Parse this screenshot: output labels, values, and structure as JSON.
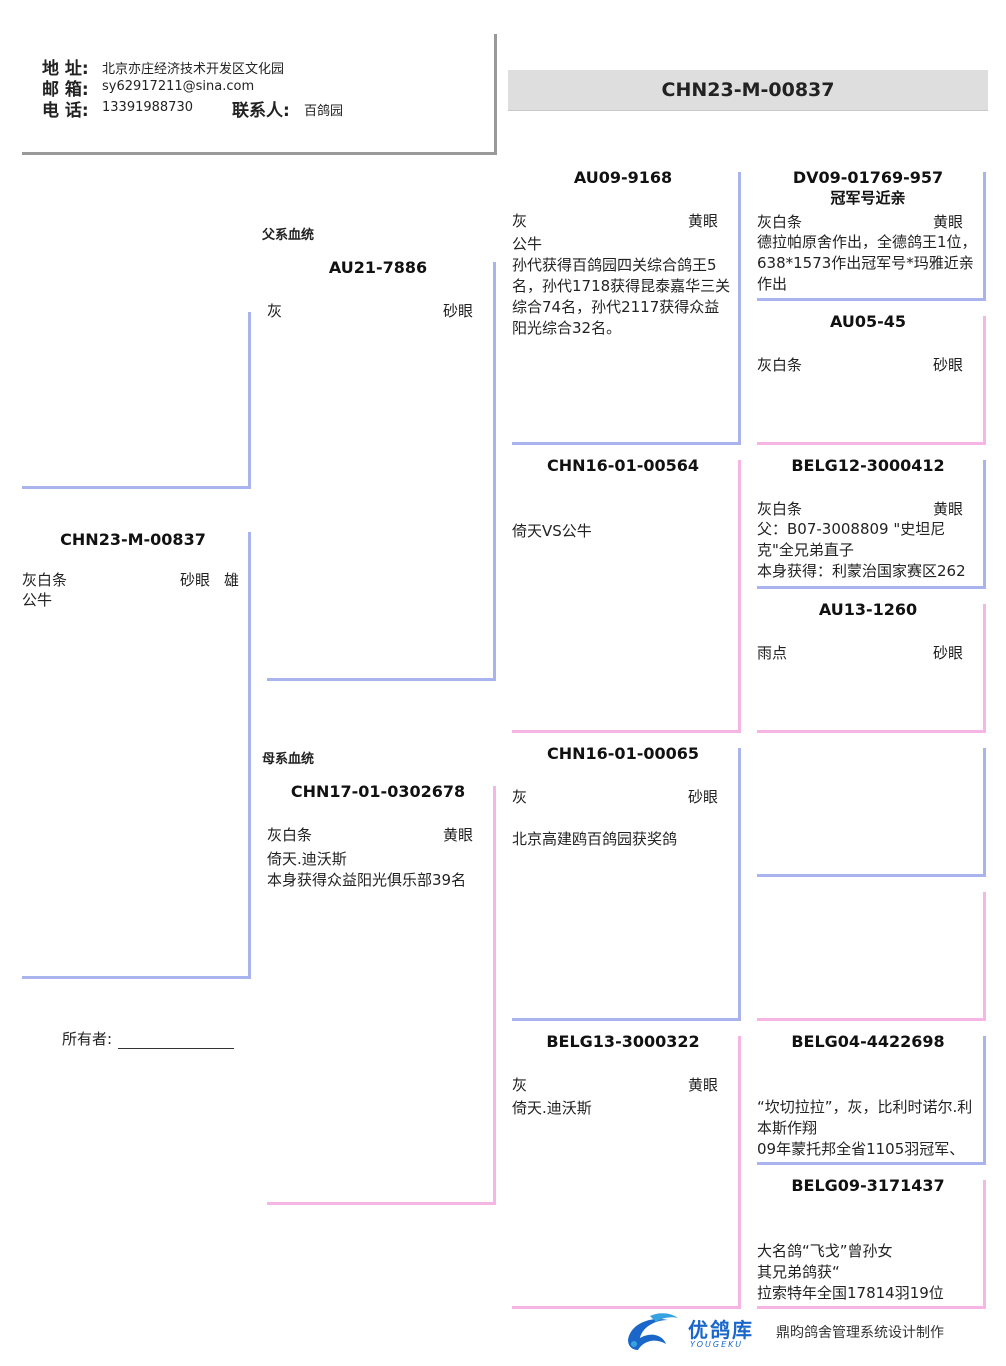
{
  "contact": {
    "address_label": "地 址:",
    "address": "北京亦庄经济技术开发区文化园",
    "email_label": "邮 箱:",
    "email": "sy62917211@sina.com",
    "phone_label": "电 话:",
    "phone": "13391988730",
    "contact_label": "联系人:",
    "contact_name": "百鸽园"
  },
  "title": "CHN23-M-00837",
  "subject": {
    "ring": "CHN23-M-00837",
    "color": "灰白条",
    "eye": "砂眼",
    "sex": "雄",
    "note": "公牛"
  },
  "owner_label": "所有者:",
  "sire_section_label": "父系血统",
  "dam_section_label": "母系血统",
  "sire": {
    "ring": "AU21-7886",
    "color": "灰",
    "eye": "砂眼"
  },
  "dam": {
    "ring": "CHN17-01-0302678",
    "color": "灰白条",
    "eye": "黄眼",
    "note1": "倚天.迪沃斯",
    "note2": "本身获得众益阳光俱乐部39名"
  },
  "ss": {
    "ring": "AU09-9168",
    "color": "灰",
    "eye": "黄眼",
    "note1": "公牛",
    "note2": "孙代获得百鸽园四关综合鸽王5名，孙代1718获得昆泰嘉华三关综合74名，孙代2117获得众益阳光综合32名。"
  },
  "sd": {
    "ring": "CHN16-01-00564",
    "note": "倚天VS公牛"
  },
  "ds": {
    "ring": "CHN16-01-00065",
    "color": "灰",
    "eye": "砂眼",
    "note": "北京高建鸥百鸽园获奖鸽"
  },
  "dd": {
    "ring": "BELG13-3000322",
    "color": "灰",
    "eye": "黄眼",
    "note": "倚天.迪沃斯"
  },
  "sss": {
    "ring": "DV09-01769-957",
    "subtitle": "冠军号近亲",
    "color": "灰白条",
    "eye": "黄眼",
    "note": "德拉帕原舍作出，全德鸽王1位，638*1573作出冠军号*玛雅近亲作出"
  },
  "ssd": {
    "ring": "AU05-45",
    "color": "灰白条",
    "eye": "砂眼"
  },
  "sds": {
    "ring": "BELG12-3000412",
    "color": "灰白条",
    "eye": "黄眼",
    "note1": "父：B07-3008809 \"史坦尼克\"全兄弟直子",
    "note2": "本身获得：利蒙治国家赛区262"
  },
  "sdd": {
    "ring": "AU13-1260",
    "color": "雨点",
    "eye": "砂眼"
  },
  "dds": {
    "ring": "BELG04-4422698",
    "note1": "“坎切拉拉”，灰，比利时诺尔.利本斯作翔",
    "note2": "09年蒙托邦全省1105羽冠军、"
  },
  "ddd": {
    "ring": "BELG09-3171437",
    "note1": "大名鸽“飞戈”曾孙女",
    "note2": "其兄弟鸽获“",
    "note3": "拉索特年全国17814羽19位"
  },
  "footer": {
    "logo_cn": "优鸽库",
    "logo_en": "YOUGEKU",
    "credit": "鼎昀鸽舍管理系统设计制作"
  }
}
